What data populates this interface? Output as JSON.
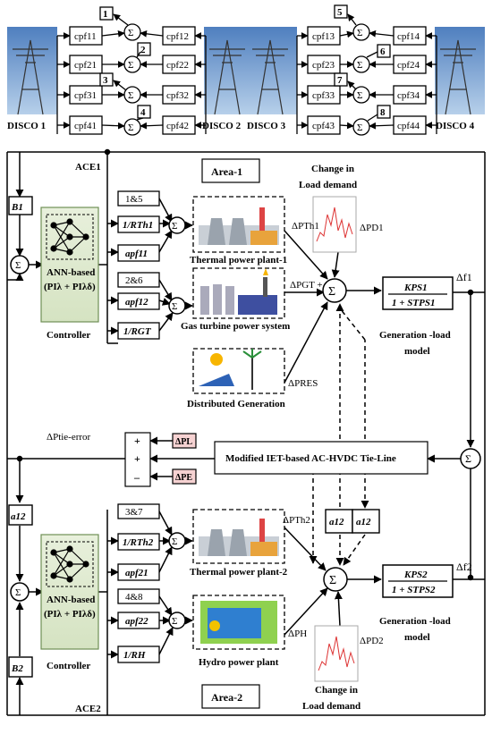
{
  "discos": [
    "DISCO 1",
    "DISCO 2",
    "DISCO 3",
    "DISCO 4"
  ],
  "cpf_left": {
    "c1": [
      "cpf11",
      "cpf21",
      "cpf31",
      "cpf41"
    ],
    "c2": [
      "cpf12",
      "cpf22",
      "cpf32",
      "cpf42"
    ]
  },
  "cpf_right": {
    "c1": [
      "cpf13",
      "cpf23",
      "cpf33",
      "cpf43"
    ],
    "c2": [
      "cpf14",
      "cpf24",
      "cpf34",
      "cpf44"
    ]
  },
  "sum_numbers_left": [
    "1",
    "2",
    "3",
    "4"
  ],
  "sum_numbers_right": [
    "5",
    "6",
    "7",
    "8"
  ],
  "sigma": "Σ",
  "ace1": "ACE1",
  "ace2": "ACE2",
  "area1": "Area-1",
  "area2": "Area-2",
  "b1": "B1",
  "b2": "B2",
  "a12": "a12",
  "ann_line1": "ANN-based",
  "ann_line2": "(PIλ + PIλδ)",
  "controller": "Controller",
  "gain_blocks_area1": [
    "1&5",
    "1/RTh1",
    "apf11",
    "2&6",
    "apf12",
    "1/RGT"
  ],
  "gain_blocks_area2": [
    "3&7",
    "1/RTh2",
    "apf21",
    "4&8",
    "apf22",
    "1/RH"
  ],
  "plants_area1": [
    "Thermal power plant-1",
    "Gas turbine power system",
    "Distributed Generation"
  ],
  "plants_area2": [
    "Thermal power plant-2",
    "Hydro power plant"
  ],
  "change_load_1": "Change in",
  "change_load_2": "Load demand",
  "dP_th1": "ΔPTh1",
  "dP_gt": "ΔPGT +",
  "dP_res": "ΔPRES",
  "dP_d1": "ΔPD1",
  "dP_th2": "ΔPTh2",
  "dP_h": "ΔPH",
  "dP_d2": "ΔPD2",
  "tf_area1_num": "KPS1",
  "tf_area1_den": "1 + STPS1",
  "tf_area2_num": "KPS2",
  "tf_area2_den": "1 + STPS2",
  "df1": "Δf1",
  "df2": "Δf2",
  "gen_load_1": "Generation -load",
  "gen_load_2": "model",
  "tie_error": "ΔPtie-error",
  "tie_line": "Modified IET-based AC-HVDC Tie-Line",
  "dP_l": "ΔPL",
  "dP_e": "ΔPE",
  "signs": [
    "+",
    "+",
    "–"
  ]
}
